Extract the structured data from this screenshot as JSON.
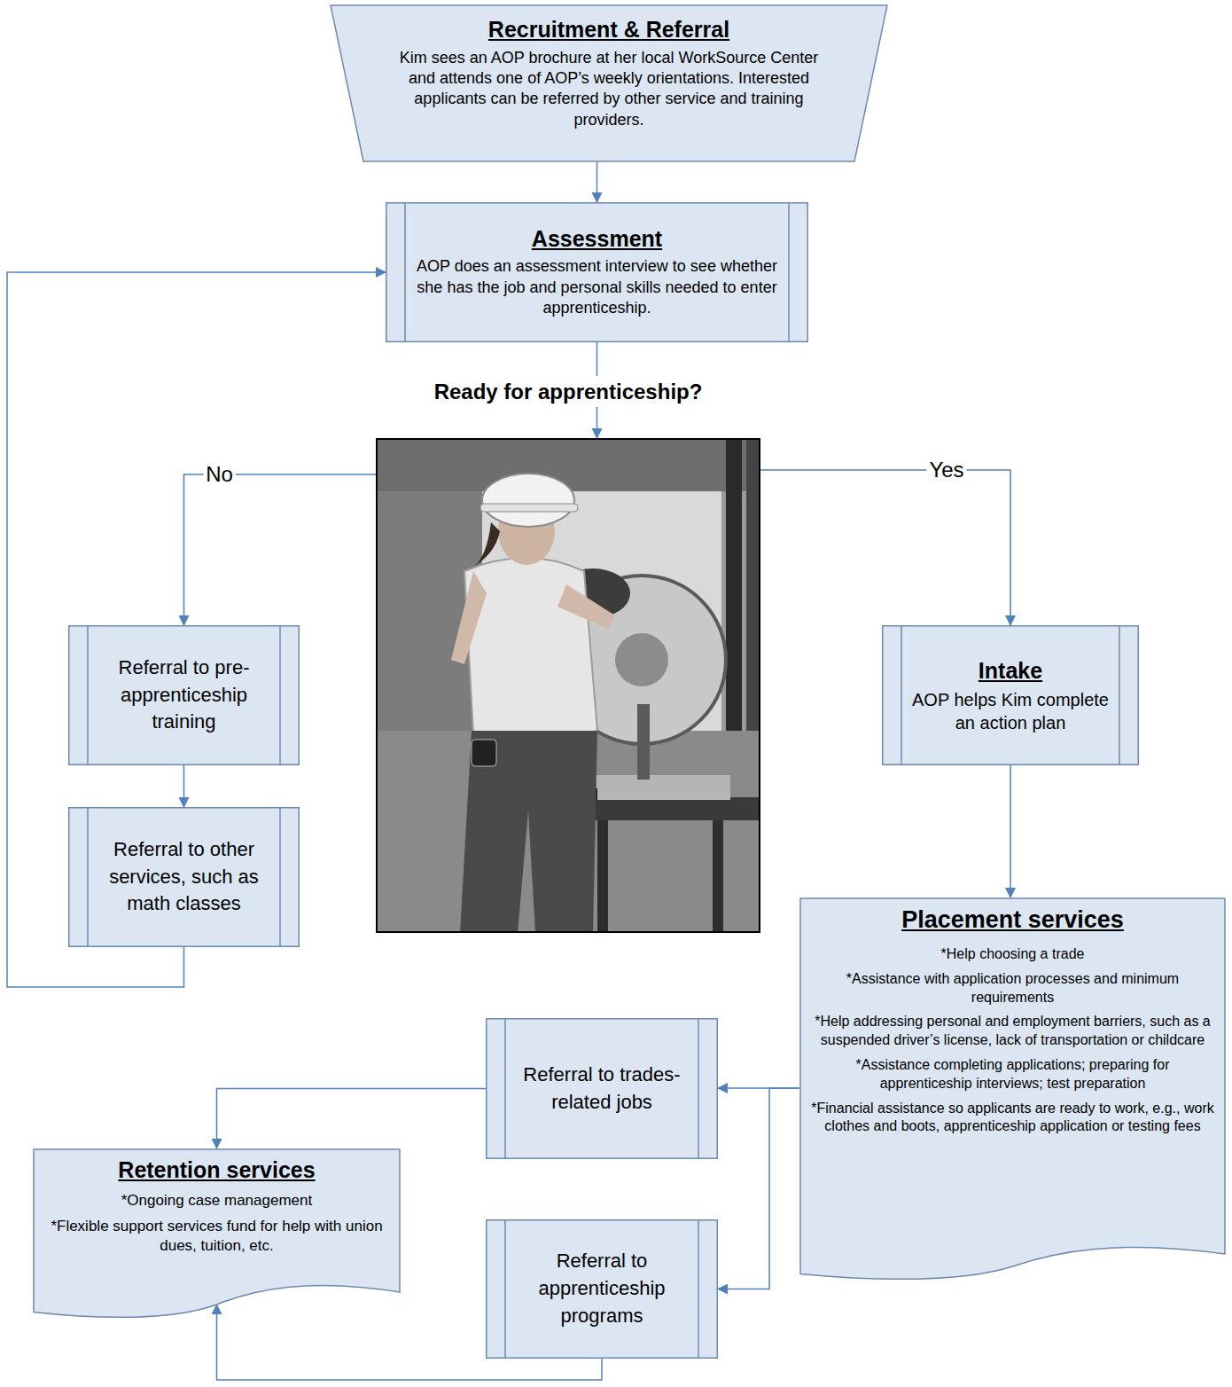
{
  "diagram": {
    "nodes": [
      {
        "text": [
          "Recruitment & Referral",
          "Kim sees an AOP brochure at her local WorkSource Center and attends one of AOP’s weekly orientations. Interested applicants can be referred by other service and training providers."
        ]
      },
      {
        "text": [
          "Assessment",
          "AOP does an assessment interview to see whether she has the job and personal skills needed to enter apprenticeship."
        ]
      },
      {
        "text": [
          "Ready for apprenticeship?"
        ]
      },
      {
        "text": [
          "Referral to pre-apprenticeship training"
        ]
      },
      {
        "text": [
          "Referral to other services, such as math classes"
        ]
      },
      {
        "text": [
          "Intake",
          "AOP helps Kim complete an action plan"
        ]
      },
      {
        "text": [
          "Placement services",
          "*Help choosing a trade",
          "*Assistance with application processes and minimum requirements",
          "*Help addressing personal and employment barriers, such as a suspended driver’s license, lack of transportation or childcare",
          "*Assistance completing applications; preparing for apprenticeship interviews; test preparation",
          "*Financial assistance so applicants are ready to work, e.g., work clothes and boots, apprenticeship application or testing fees"
        ]
      },
      {
        "text": [
          "Referral to trades-related jobs"
        ]
      },
      {
        "text": [
          "Retention services",
          "*Ongoing case management",
          "*Flexible support services fund for help with union dues, tuition, etc."
        ]
      },
      {
        "text": [
          "Referral to apprenticeship programs"
        ]
      }
    ],
    "edges": [
      {
        "from": 0,
        "to": 1,
        "arrow": "to"
      },
      {
        "from": 1,
        "to": 2,
        "arrow": "to"
      },
      {
        "from": 2,
        "to": 3,
        "label": "No",
        "arrow": "to"
      },
      {
        "from": 2,
        "to": 5,
        "label": "Yes",
        "arrow": "to"
      },
      {
        "from": 3,
        "to": 4,
        "arrow": "to"
      },
      {
        "from": 4,
        "to": 1,
        "arrow": "to"
      },
      {
        "from": 5,
        "to": 6,
        "arrow": "to"
      },
      {
        "from": 6,
        "to": 7,
        "arrow": "to"
      },
      {
        "from": 6,
        "to": 9,
        "arrow": "to"
      },
      {
        "from": 7,
        "to": 8,
        "arrow": "to"
      },
      {
        "from": 9,
        "to": 8,
        "arrow": "to"
      }
    ]
  }
}
